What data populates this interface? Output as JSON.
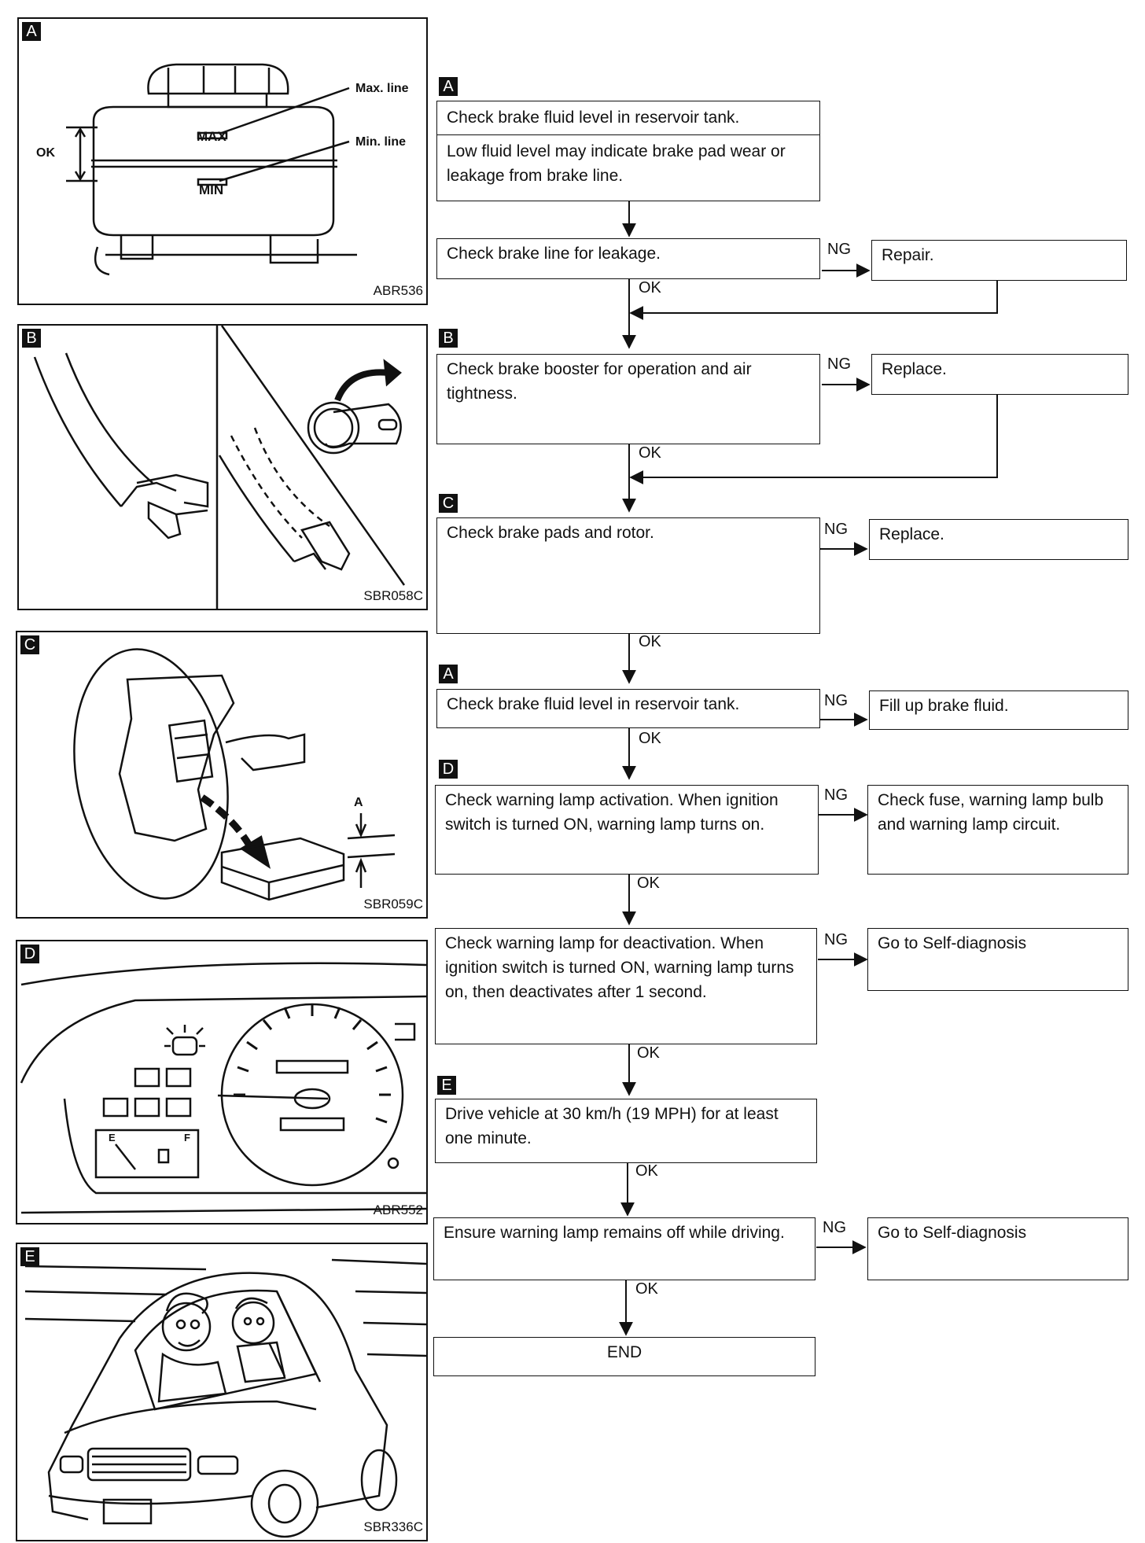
{
  "figures": {
    "a": {
      "letter": "A",
      "max_label": "Max. line",
      "min_label": "Min. line",
      "ok_label": "OK",
      "max_mark": "MAX",
      "min_mark": "MIN",
      "code": "ABR536"
    },
    "b": {
      "letter": "B",
      "code": "SBR058C"
    },
    "c": {
      "letter": "C",
      "dim_label": "A",
      "code": "SBR059C"
    },
    "d": {
      "letter": "D",
      "gauge_e": "E",
      "gauge_f": "F",
      "code": "ABR552"
    },
    "e": {
      "letter": "E",
      "code": "SBR336C"
    }
  },
  "flow": {
    "step1": {
      "letter": "A",
      "line1": "Check brake fluid level in reservoir tank.",
      "line2": "Low fluid level may indicate brake pad wear or leakage from brake line."
    },
    "step2": {
      "text": "Check brake line for leakage.",
      "ng": "NG",
      "ng_action": "Repair.",
      "ok": "OK"
    },
    "step3": {
      "letter": "B",
      "text": "Check brake booster for operation and air tightness.",
      "ng": "NG",
      "ng_action": "Replace.",
      "ok": "OK"
    },
    "step4": {
      "letter": "C",
      "text": "Check brake pads and rotor.",
      "ng": "NG",
      "ng_action": "Replace.",
      "ok": "OK"
    },
    "step5": {
      "letter": "A",
      "text": "Check brake fluid level in reservoir tank.",
      "ng": "NG",
      "ng_action": "Fill up brake fluid.",
      "ok": "OK"
    },
    "step6": {
      "letter": "D",
      "text": "Check warning lamp activation. When ignition switch is turned ON, warning lamp turns on.",
      "ng": "NG",
      "ng_action": "Check fuse, warning lamp bulb and warning lamp circuit.",
      "ok": "OK"
    },
    "step7": {
      "text": "Check warning lamp for deactivation. When ignition switch is turned ON, warning lamp turns on, then deactivates after 1 second.",
      "ng": "NG",
      "ng_action": "Go to Self-diagnosis",
      "ok": "OK"
    },
    "step8": {
      "letter": "E",
      "text": "Drive vehicle at 30 km/h (19 MPH) for at least one minute.",
      "ok": "OK"
    },
    "step9": {
      "text": "Ensure warning lamp remains off while driving.",
      "ng": "NG",
      "ng_action": "Go to Self-diagnosis",
      "ok": "OK"
    },
    "end": {
      "text": "END"
    }
  }
}
